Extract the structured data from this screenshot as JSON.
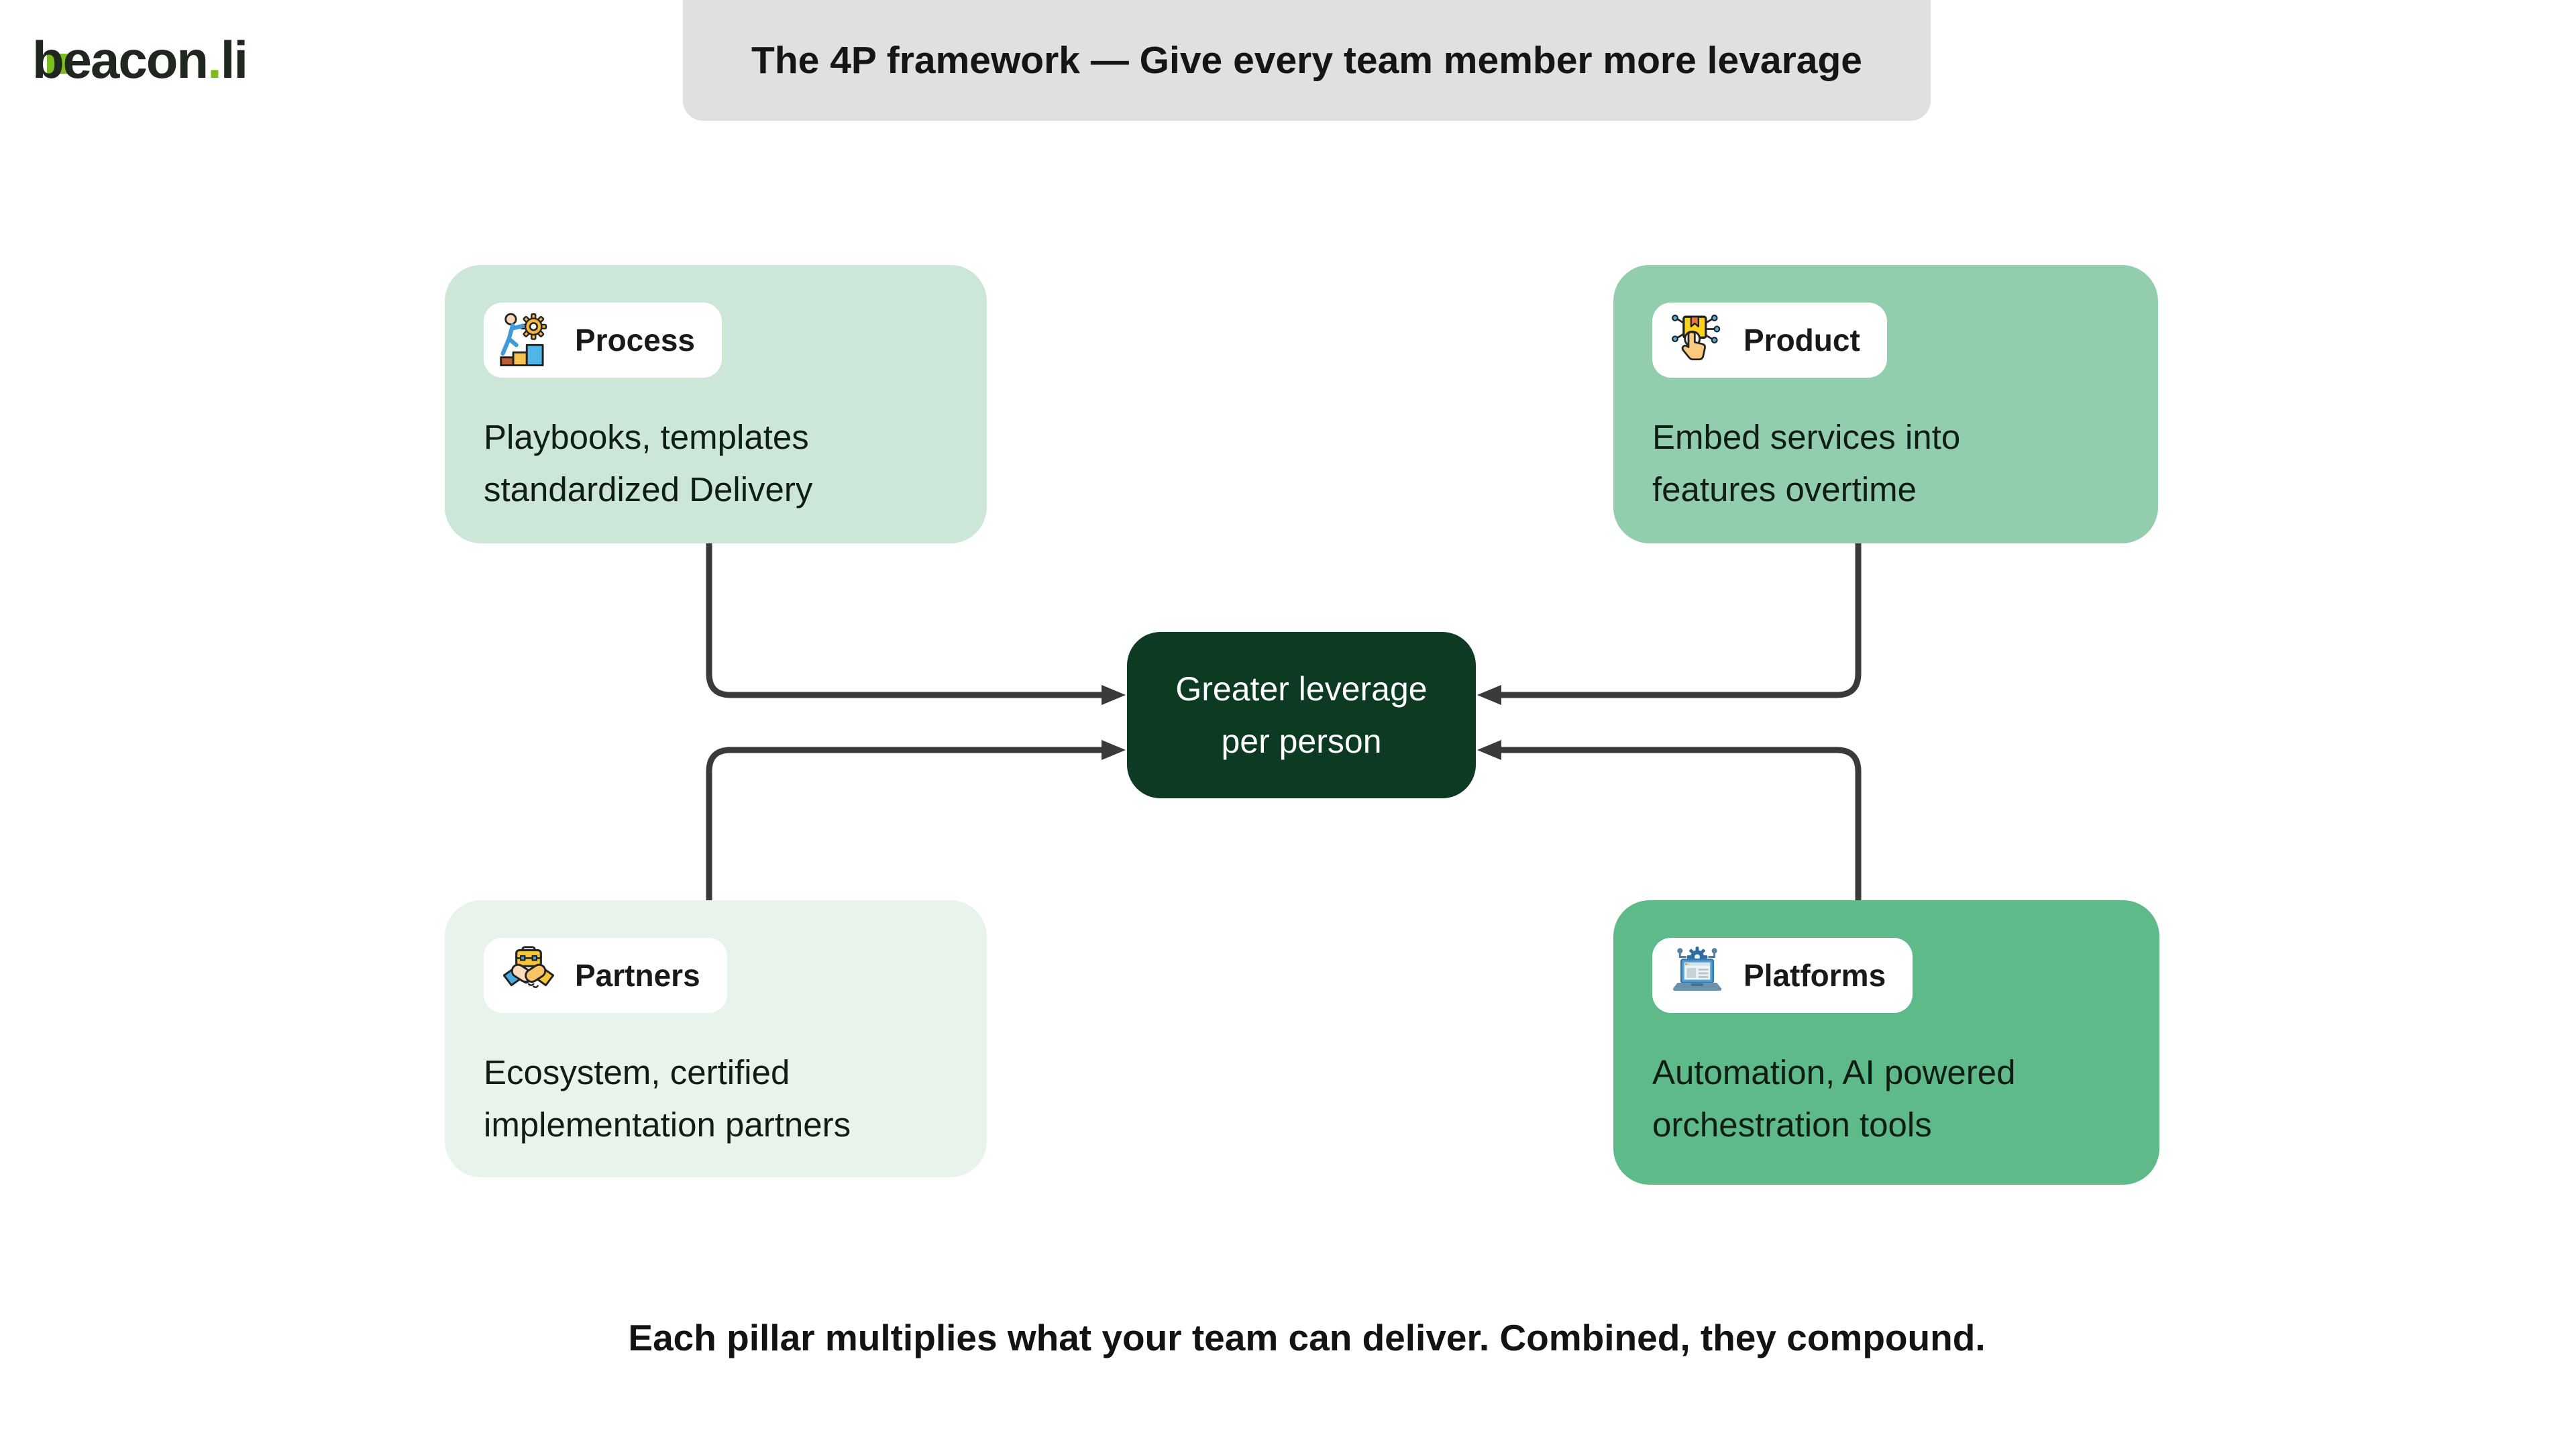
{
  "brand": {
    "name_part1": "beacon",
    "dot": ".",
    "name_part2": "li",
    "accent_color": "#7cbc1e"
  },
  "header": {
    "title": "The 4P framework — Give every team member more levarage",
    "background": "#e0e0e0"
  },
  "cards": [
    {
      "id": "process",
      "title": "Process",
      "description": "Playbooks, templates\nstandardized Delivery",
      "icon": "person-climbing-stairs-gear-icon",
      "background": "#cce7d8"
    },
    {
      "id": "product",
      "title": "Product",
      "description": "Embed services into\nfeatures overtime",
      "icon": "hand-click-package-icon",
      "background": "#92cead"
    },
    {
      "id": "partners",
      "title": "Partners",
      "description": "Ecosystem, certified\nimplementation partners",
      "icon": "handshake-briefcase-icon",
      "background": "#e8f3ec"
    },
    {
      "id": "platforms",
      "title": "Platforms",
      "description": "Automation, AI powered\norchestration tools",
      "icon": "laptop-gear-icon",
      "background": "#5eba89"
    }
  ],
  "center": {
    "label": "Greater leverage\nper person",
    "background": "#0c3a23",
    "text_color": "#ffffff"
  },
  "footer": {
    "caption": "Each pillar multiplies what your team can deliver. Combined, they compound."
  },
  "colors": {
    "arrow": "#3a3a3a",
    "logo_accent": "#7cbc1e"
  }
}
